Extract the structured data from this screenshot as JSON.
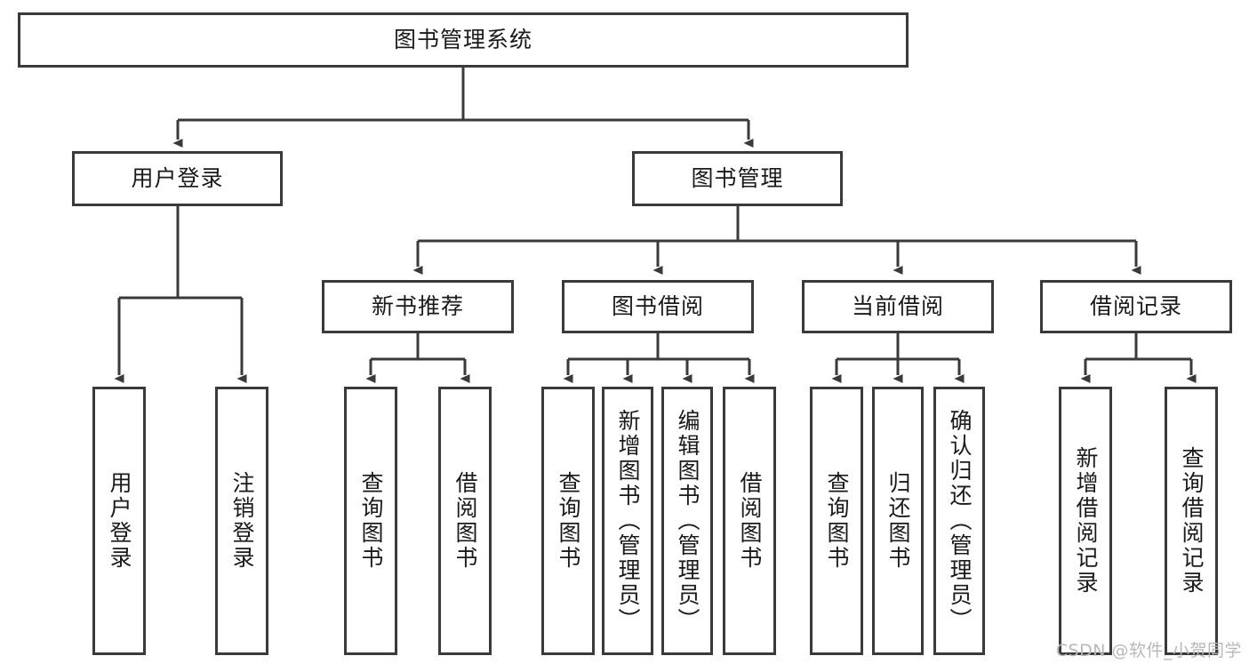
{
  "diagram": {
    "title": "图书管理系统",
    "type": "tree-hierarchy",
    "watermark": "CSDN @软件_小贺同学",
    "colors": {
      "box_border": "#3a3a3a",
      "box_fill": "#ffffff",
      "edge": "#3a3a3a",
      "text": "#1a1a1a",
      "watermark": "#b8b8b8",
      "background": "#ffffff"
    },
    "levels": [
      {
        "level": 1,
        "nodes": [
          {
            "id": "root",
            "label": "图书管理系统",
            "orientation": "horizontal"
          }
        ]
      },
      {
        "level": 2,
        "nodes": [
          {
            "id": "login",
            "label": "用户登录",
            "orientation": "horizontal",
            "parent": "root"
          },
          {
            "id": "bookmgmt",
            "label": "图书管理",
            "orientation": "horizontal",
            "parent": "root"
          }
        ]
      },
      {
        "level": 3,
        "nodes": [
          {
            "id": "newbook",
            "label": "新书推荐",
            "orientation": "horizontal",
            "parent": "bookmgmt"
          },
          {
            "id": "borrow",
            "label": "图书借阅",
            "orientation": "horizontal",
            "parent": "bookmgmt"
          },
          {
            "id": "current",
            "label": "当前借阅",
            "orientation": "horizontal",
            "parent": "bookmgmt"
          },
          {
            "id": "records",
            "label": "借阅记录",
            "orientation": "horizontal",
            "parent": "bookmgmt"
          }
        ]
      },
      {
        "level": 4,
        "nodes": [
          {
            "id": "leaf-user-login",
            "label": "用户登录",
            "orientation": "vertical",
            "parent": "login"
          },
          {
            "id": "leaf-user-logout",
            "label": "注销登录",
            "orientation": "vertical",
            "parent": "login"
          },
          {
            "id": "leaf-newbook-query",
            "label": "查询图书",
            "orientation": "vertical",
            "parent": "newbook"
          },
          {
            "id": "leaf-newbook-borrow",
            "label": "借阅图书",
            "orientation": "vertical",
            "parent": "newbook"
          },
          {
            "id": "leaf-borrow-query",
            "label": "查询图书",
            "orientation": "vertical",
            "parent": "borrow"
          },
          {
            "id": "leaf-borrow-add",
            "label": "新增图书（管理员）",
            "orientation": "vertical",
            "parent": "borrow"
          },
          {
            "id": "leaf-borrow-edit",
            "label": "编辑图书（管理员）",
            "orientation": "vertical",
            "parent": "borrow"
          },
          {
            "id": "leaf-borrow-lend",
            "label": "借阅图书",
            "orientation": "vertical",
            "parent": "borrow"
          },
          {
            "id": "leaf-current-query",
            "label": "查询图书",
            "orientation": "vertical",
            "parent": "current"
          },
          {
            "id": "leaf-current-return",
            "label": "归还图书",
            "orientation": "vertical",
            "parent": "current"
          },
          {
            "id": "leaf-current-confirm",
            "label": "确认归还（管理员）",
            "orientation": "vertical",
            "parent": "current"
          },
          {
            "id": "leaf-records-add",
            "label": "新增借阅记录",
            "orientation": "vertical",
            "parent": "records"
          },
          {
            "id": "leaf-records-query",
            "label": "查询借阅记录",
            "orientation": "vertical",
            "parent": "records"
          }
        ]
      }
    ]
  }
}
